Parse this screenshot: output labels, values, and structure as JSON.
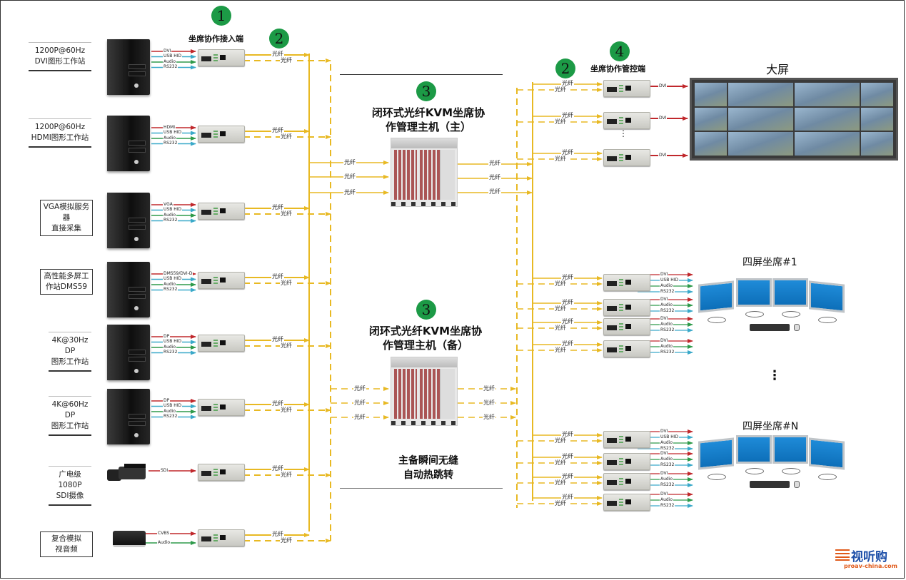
{
  "colors": {
    "fiber": "#e8b923",
    "video": "#c0282c",
    "usb": "#3aa9c9",
    "audio": "#2e9a4a",
    "badge": "#1c9a46"
  },
  "badges": {
    "b1": "1",
    "b2_left": "2",
    "b3_main": "3",
    "b3_backup": "3",
    "b2_right": "2",
    "b4": "4"
  },
  "headers": {
    "access_end": "坐席协作接入端",
    "control_end": "坐席协作管控端",
    "big_screen": "大屏",
    "main_host_line1": "闭环式光纤KVM坐席协",
    "main_host_line2": "作管理主机（主）",
    "backup_host_line1": "闭环式光纤KVM坐席协",
    "backup_host_line2": "作管理主机（备）",
    "failover_line1": "主备瞬间无缝",
    "failover_line2": "自动热跳转",
    "seat1": "四屏坐席#1",
    "seatN": "四屏坐席#N",
    "ellipsis": "⋮"
  },
  "sources": [
    {
      "line1": "1200P@60Hz",
      "line2": "DVI图形工作站",
      "device": "tower",
      "cables": [
        "DVI",
        "USB HID",
        "Audio",
        "RS232"
      ]
    },
    {
      "line1": "1200P@60Hz",
      "line2": "HDMI图形工作站",
      "device": "tower",
      "cables": [
        "HDMI",
        "USB HID",
        "Audio",
        "RS232"
      ]
    },
    {
      "line1": "VGA模拟服务器",
      "line2": "直接采集",
      "device": "tower",
      "cables": [
        "VGA",
        "USB HID",
        "Audio",
        "RS232"
      ]
    },
    {
      "line1": "高性能多屏工",
      "line2": "作站DMS59",
      "device": "tower",
      "cables": [
        "DMS59/DVI-D",
        "USB HID",
        "Audio",
        "RS232"
      ]
    },
    {
      "line1": "4K@30Hz DP",
      "line2": "图形工作站",
      "device": "tower",
      "cables": [
        "DP",
        "USB HID",
        "Audio",
        "RS232"
      ]
    },
    {
      "line1": "4K@60Hz DP",
      "line2": "图形工作站",
      "device": "tower",
      "cables": [
        "DP",
        "USB HID",
        "Audio",
        "RS232"
      ]
    },
    {
      "line1": "广电级1080P",
      "line2": "SDI摄像",
      "device": "camera",
      "cables": [
        "SDI"
      ]
    },
    {
      "line1": "复合模拟",
      "line2": "视音频",
      "device": "player",
      "cables": [
        "CVBS",
        "Audio"
      ]
    }
  ],
  "fiber_label": "光纤",
  "ellipsis_small": "⋮",
  "outputs": {
    "wall_receivers": [
      {
        "cable": "DVI"
      },
      {
        "cable": "DVI"
      },
      {
        "cable": "DVI"
      }
    ],
    "seat1_receivers": [
      {
        "cables": [
          "DVI",
          "USB HID",
          "Audio",
          "RS232"
        ]
      },
      {
        "cables": [
          "DVI",
          "Audio",
          "RS232"
        ]
      },
      {
        "cables": [
          "DVI",
          "Audio",
          "RS232"
        ]
      },
      {
        "cables": [
          "DVI",
          "Audio",
          "RS232"
        ]
      }
    ],
    "seatN_receivers": [
      {
        "cables": [
          "DVI",
          "USB HID",
          "Audio",
          "RS232"
        ]
      },
      {
        "cables": [
          "DVI",
          "Audio",
          "RS232"
        ]
      },
      {
        "cables": [
          "DVI",
          "Audio",
          "RS232"
        ]
      },
      {
        "cables": [
          "DVI",
          "Audio",
          "RS232"
        ]
      }
    ]
  },
  "logo": {
    "brand": "视听购",
    "url_text": "proav-china.com"
  }
}
